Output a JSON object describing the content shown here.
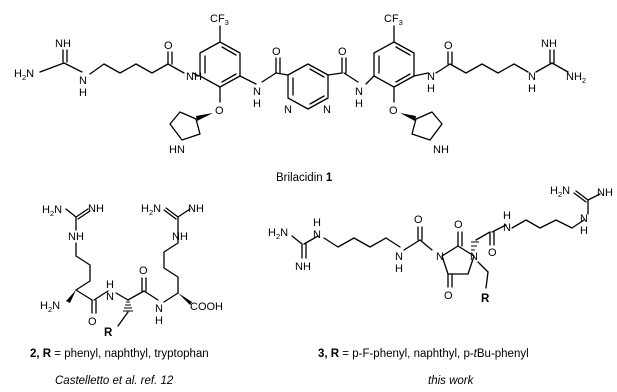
{
  "compound1": {
    "name": "Brilacidin",
    "number": "1"
  },
  "compound2": {
    "number": "2,",
    "r_label": "R",
    "r_text": " = phenyl, naphthyl, tryptophan",
    "reference": "Castelletto et al. ref. 12"
  },
  "compound3": {
    "number": "3,",
    "r_label": "R",
    "r_text_a": " = p-F-phenyl, naphthyl, p-",
    "r_text_b": "t",
    "r_text_c": "Bu-phenyl",
    "reference": "this work"
  },
  "atoms": {
    "cf3": "CF",
    "cf3_sub": "3",
    "nh": "NH",
    "hn": "HN",
    "h2n": "H",
    "h2n_sub": "2",
    "n_lbl": "N",
    "nh2": "NH",
    "nh2_sub": "2",
    "o": "O",
    "h": "H",
    "n": "N",
    "r": "R",
    "cooh": "COOH"
  }
}
